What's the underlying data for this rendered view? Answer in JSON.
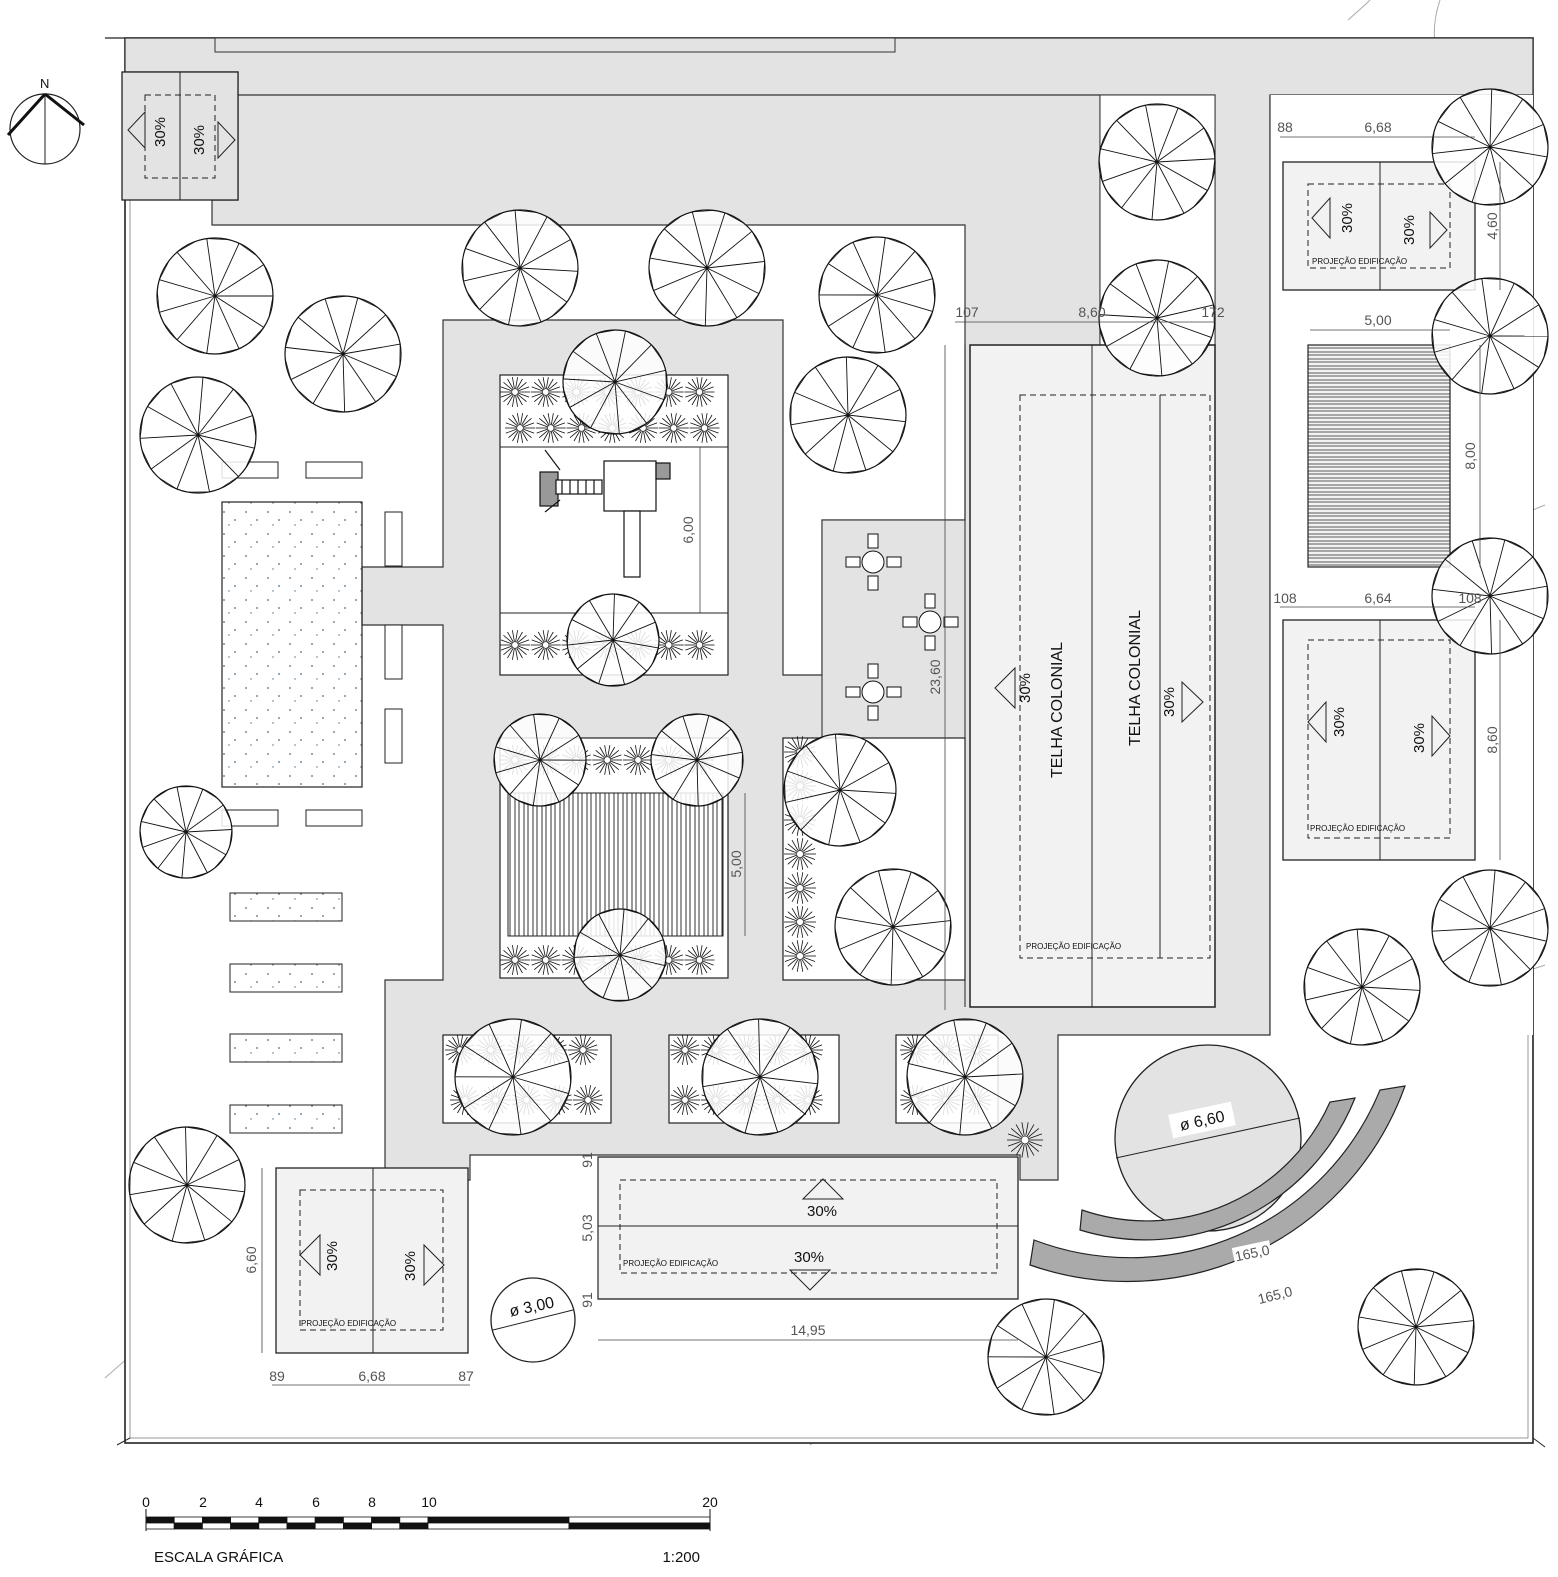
{
  "north_label": "N",
  "slopes": {
    "entry_left": "30%",
    "entry_right": "30%",
    "ne_left": "30%",
    "ne_right": "30%",
    "e_left": "30%",
    "e_right": "30%",
    "main_left": "30%",
    "main_right": "30%",
    "sw_left": "30%",
    "sw_right": "30%",
    "south_top": "30%",
    "south_bottom": "30%"
  },
  "roof_labels": {
    "left": "TELHA COLONIAL",
    "right": "TELHA COLONIAL"
  },
  "projection_label": "PROJEÇÃO EDIFICAÇÃO",
  "dimensions": {
    "ne_width": "6,68",
    "ne_left_small": "88",
    "ne_height": "4,60",
    "deck_width": "5,00",
    "deck_height": "8,00",
    "e_width": "6,64",
    "e_left_small": "108",
    "e_right_small": "108",
    "e_height": "8,60",
    "main_width": "8,60",
    "main_left_small": "107",
    "main_right_small": "172",
    "main_height": "23,60",
    "play_height": "6,00",
    "pergola_height": "5,00",
    "south_width": "14,95",
    "south_height": "5,03",
    "south_small_top": "91",
    "south_small_bottom": "91",
    "sw_width": "6,68",
    "sw_height": "6,60",
    "sw_left_small": "89",
    "sw_right_small": "87",
    "circle_small": "ø 3,00",
    "circle_big": "ø 6,60",
    "bench_inner": "165,0",
    "bench_outer": "165,0"
  },
  "scale": {
    "ticks": [
      "0",
      "2",
      "4",
      "6",
      "8",
      "10",
      "20"
    ],
    "caption": "ESCALA GRÁFICA",
    "ratio": "1:200"
  }
}
